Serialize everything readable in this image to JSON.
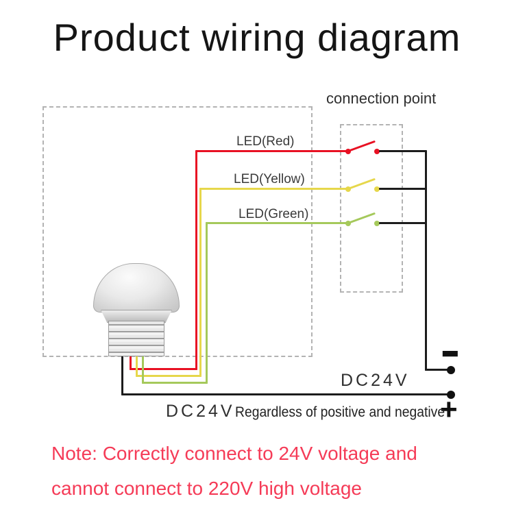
{
  "title": "Product wiring diagram",
  "connection_point_label": "connection point",
  "wires": {
    "red": {
      "label": "LED(Red)",
      "color": "#e81123"
    },
    "yellow": {
      "label": "LED(Yellow)",
      "color": "#e6d74b"
    },
    "green": {
      "label": "LED(Green)",
      "color": "#a5c95b"
    }
  },
  "power": {
    "dc24v_right": "DC24V",
    "dc24v_bottom": "DC24V",
    "regardless_text": "Regardless of positive and negative",
    "minus_symbol": "−",
    "plus_symbol": "+"
  },
  "note": {
    "line1": "Note: Correctly connect to 24V voltage and",
    "line2": "cannot connect to 220V high voltage",
    "color": "#f53b57"
  }
}
